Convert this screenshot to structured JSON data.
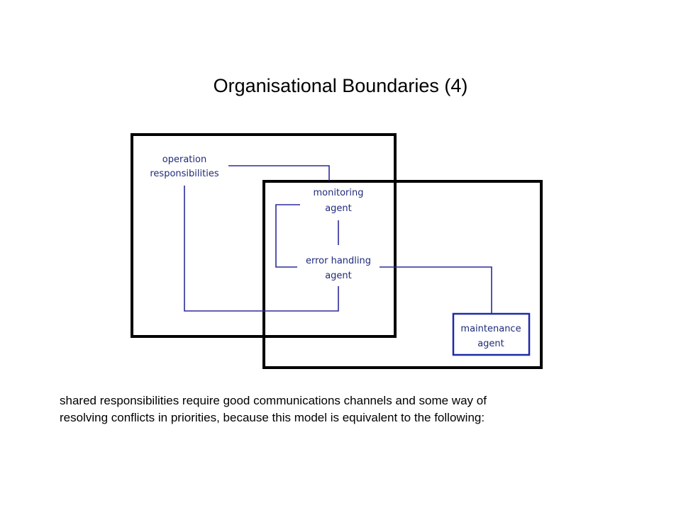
{
  "title": "Organisational Boundaries (4)",
  "diagram": {
    "operation": [
      "operation",
      "responsibilities"
    ],
    "monitoring": [
      "monitoring",
      "agent"
    ],
    "error_handling": [
      "error handling",
      "agent"
    ],
    "maintenance": [
      "maintenance",
      "agent"
    ]
  },
  "caption": {
    "line1": "shared responsibilities require good communications channels and some way of",
    "line2": "resolving conflicts in priorities, because this model is equivalent to the following:"
  },
  "colors": {
    "boundary": "#000000",
    "connector": "#2b2b9a",
    "label_text": "#1f2a7a",
    "maintenance_box": "#1f2aa8"
  }
}
